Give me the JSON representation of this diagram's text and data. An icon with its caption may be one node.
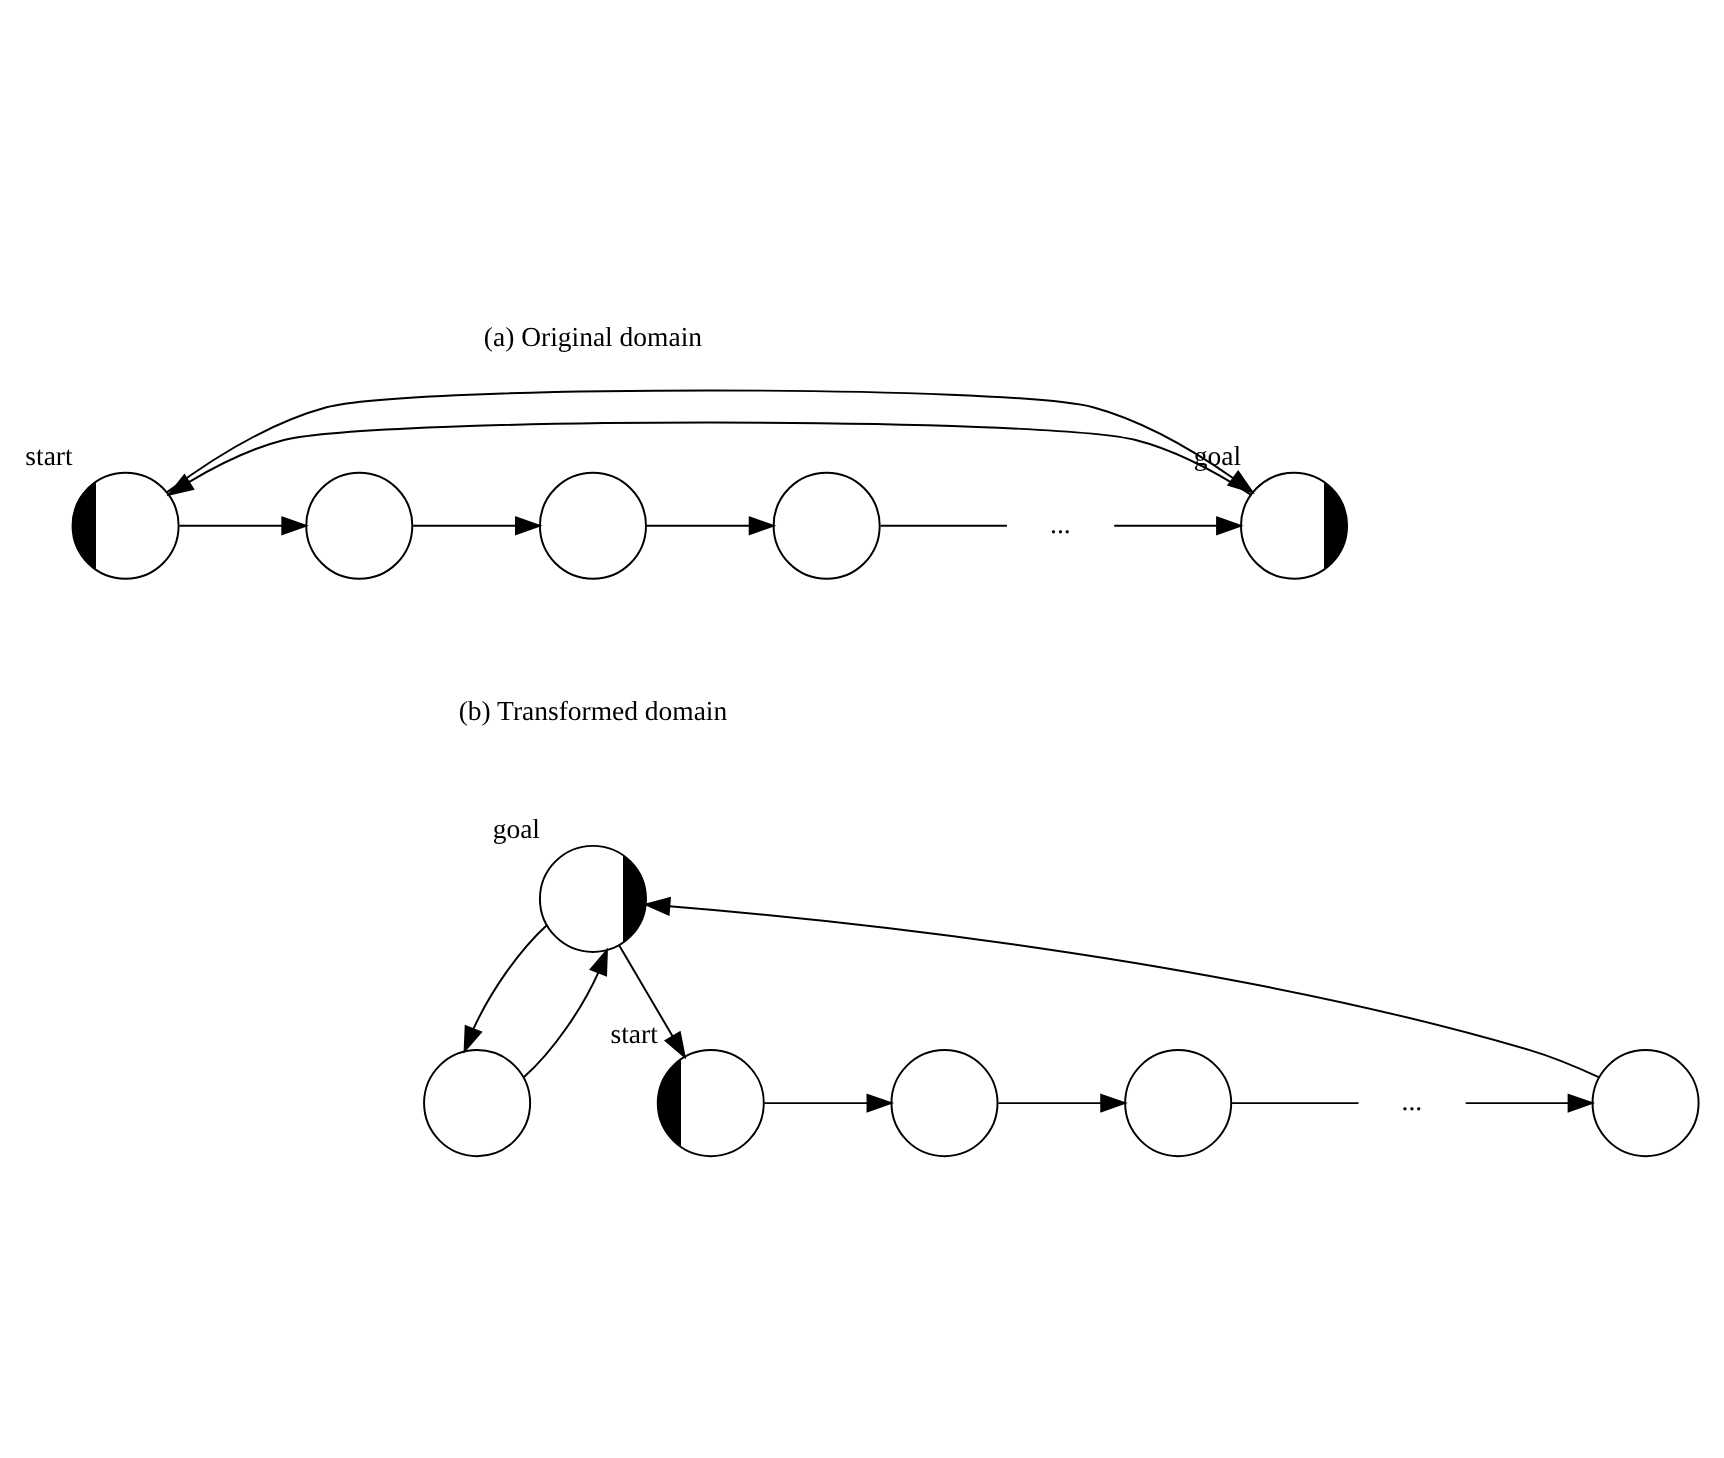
{
  "diagram": {
    "nodes": [
      {
        "text": [],
        "shape": "circle",
        "beside": [
          "start"
        ]
      },
      {
        "text": [],
        "shape": "circle"
      },
      {
        "text": [],
        "shape": "circle"
      },
      {
        "text": [],
        "shape": "circle"
      },
      {
        "text": [
          "..."
        ]
      },
      {
        "text": [],
        "shape": "circle",
        "beside": [
          "goal"
        ]
      },
      {
        "text": [],
        "shape": "circle",
        "beside": [
          "goal"
        ]
      },
      {
        "text": [],
        "shape": "circle"
      },
      {
        "text": [],
        "shape": "circle",
        "beside": [
          "start"
        ]
      },
      {
        "text": [],
        "shape": "circle"
      },
      {
        "text": [],
        "shape": "circle"
      },
      {
        "text": [
          "..."
        ]
      },
      {
        "text": [],
        "shape": "circle"
      }
    ],
    "edges": [
      {
        "from": 5,
        "to": 0,
        "arrow": "to"
      },
      {
        "from": 0,
        "to": 5,
        "arrow": "to"
      },
      {
        "from": 0,
        "to": 1,
        "arrow": "to"
      },
      {
        "from": 1,
        "to": 2,
        "arrow": "to"
      },
      {
        "from": 2,
        "to": 3,
        "arrow": "to"
      },
      {
        "from": 3,
        "to": 4,
        "arrow": "none"
      },
      {
        "from": 4,
        "to": 5,
        "arrow": "to"
      },
      {
        "from": 6,
        "to": 8,
        "arrow": "to"
      },
      {
        "from": 7,
        "to": 6,
        "arrow": "to"
      },
      {
        "from": 6,
        "to": 7,
        "arrow": "to"
      },
      {
        "from": 8,
        "to": 9,
        "arrow": "to"
      },
      {
        "from": 9,
        "to": 10,
        "arrow": "to"
      },
      {
        "from": 10,
        "to": 11,
        "arrow": "none"
      },
      {
        "from": 11,
        "to": 12,
        "arrow": "to"
      },
      {
        "from": 12,
        "to": 6,
        "arrow": "to"
      }
    ],
    "labels": [
      "(a) Original domain",
      "(b) Transformed domain"
    ]
  }
}
